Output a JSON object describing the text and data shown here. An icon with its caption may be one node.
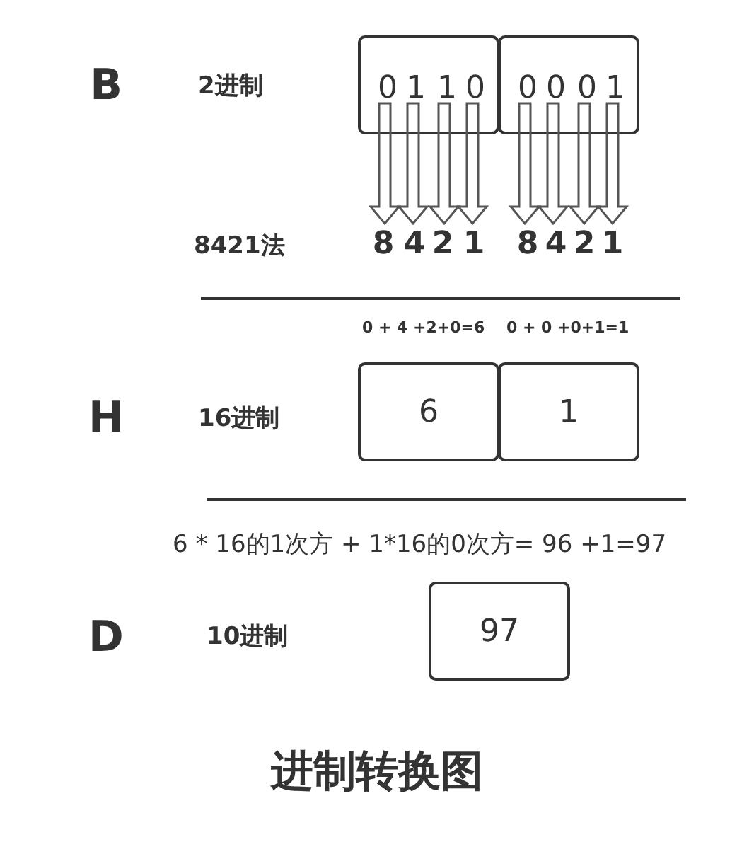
{
  "diagram": {
    "title": "进制转换图",
    "nodes": [
      {
        "text": [],
        "shape": "box"
      },
      {
        "text": [
          "0"
        ],
        "in": 0
      },
      {
        "text": [
          "1"
        ],
        "in": 0
      },
      {
        "text": [
          "1"
        ],
        "in": 0
      },
      {
        "text": [
          "0"
        ],
        "in": 0
      },
      {
        "text": [],
        "shape": "box"
      },
      {
        "text": [
          "0"
        ],
        "in": 5
      },
      {
        "text": [
          "0"
        ],
        "in": 5
      },
      {
        "text": [
          "0"
        ],
        "in": 5
      },
      {
        "text": [
          "1"
        ],
        "in": 5
      },
      {
        "text": [
          "8"
        ]
      },
      {
        "text": [
          "4"
        ]
      },
      {
        "text": [
          "2"
        ]
      },
      {
        "text": [
          "1"
        ]
      },
      {
        "text": [
          "8"
        ]
      },
      {
        "text": [
          "4"
        ]
      },
      {
        "text": [
          "2"
        ]
      },
      {
        "text": [
          "1"
        ]
      },
      {
        "text": [
          "6"
        ]
      },
      {
        "text": [
          "1"
        ]
      },
      {
        "text": [
          "97"
        ]
      }
    ],
    "edges": [
      {
        "from": 1,
        "to": 10,
        "arrow": "to"
      },
      {
        "from": 2,
        "to": 11,
        "arrow": "to"
      },
      {
        "from": 3,
        "to": 12,
        "arrow": "to"
      },
      {
        "from": 4,
        "to": 13,
        "arrow": "to"
      },
      {
        "from": 6,
        "to": 14,
        "arrow": "to"
      },
      {
        "from": 7,
        "to": 15,
        "arrow": "to"
      },
      {
        "from": 8,
        "to": 16,
        "arrow": "to"
      },
      {
        "from": 9,
        "to": 17,
        "arrow": "to"
      }
    ],
    "labels": [
      "B",
      "2进制",
      "8421法",
      "0 + 4 +2+0=6",
      "0 + 0 +0+1=1",
      "H",
      "16进制",
      "6 * 16的1次方 + 1*16的0次方= 96 +1=97",
      "D",
      "10进制"
    ]
  }
}
